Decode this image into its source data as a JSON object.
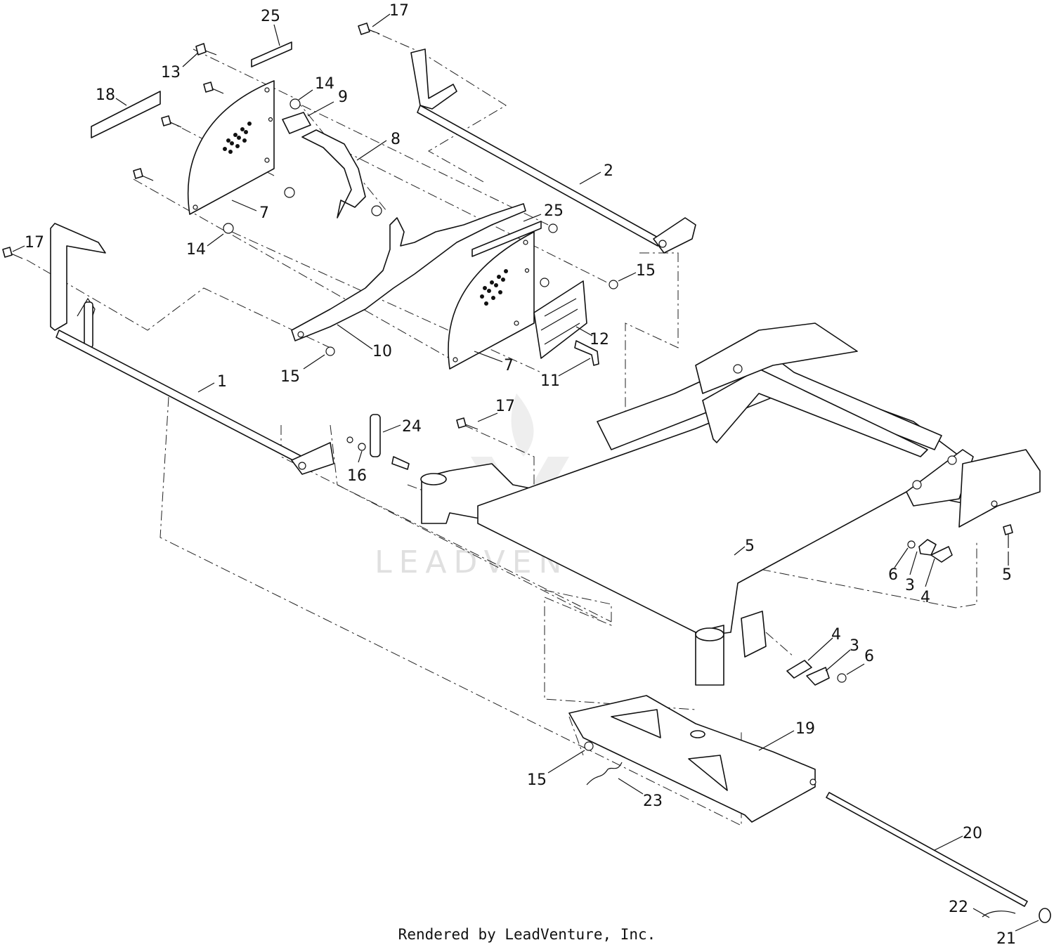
{
  "watermark": "LEADVENTURE",
  "footer": "Rendered by LeadVenture, Inc.",
  "callouts": [
    "25",
    "17",
    "13",
    "14",
    "9",
    "18",
    "8",
    "2",
    "25",
    "17",
    "7",
    "14",
    "15",
    "15",
    "10",
    "12",
    "7",
    "11",
    "1",
    "17",
    "24",
    "16",
    "5",
    "5",
    "6",
    "3",
    "4",
    "4",
    "3",
    "6",
    "19",
    "15",
    "23",
    "20",
    "22",
    "21"
  ]
}
